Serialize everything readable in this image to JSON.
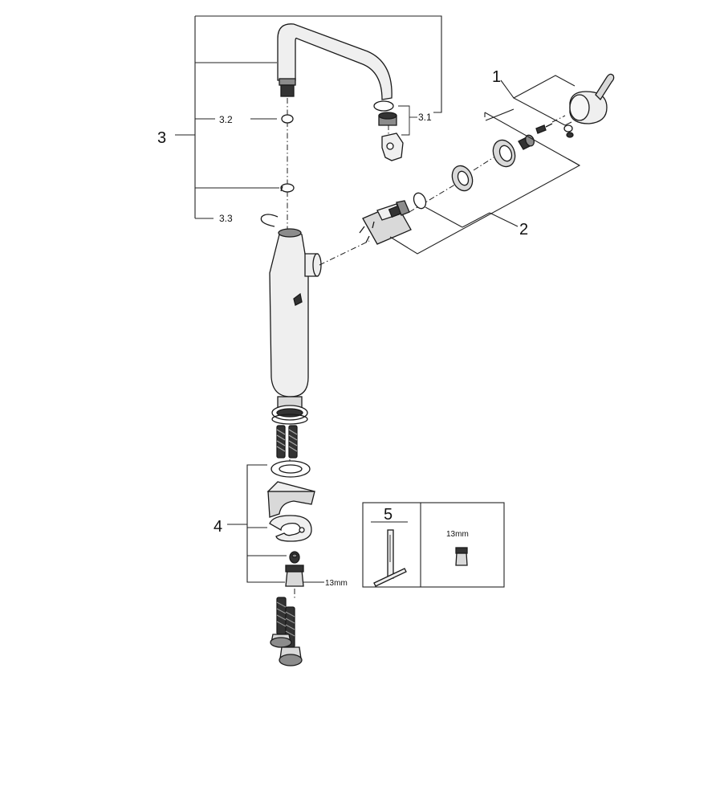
{
  "callouts": {
    "c1": "1",
    "c2": "2",
    "c3": "3",
    "c3_1": "3.1",
    "c3_2": "3.2",
    "c3_3": "3.3",
    "c4": "4",
    "c5": "5"
  },
  "dimensions": {
    "nut_size_main": "13mm",
    "nut_size_tools": "13mm"
  },
  "tools_box": {
    "number": "5",
    "size_label": "13mm"
  }
}
